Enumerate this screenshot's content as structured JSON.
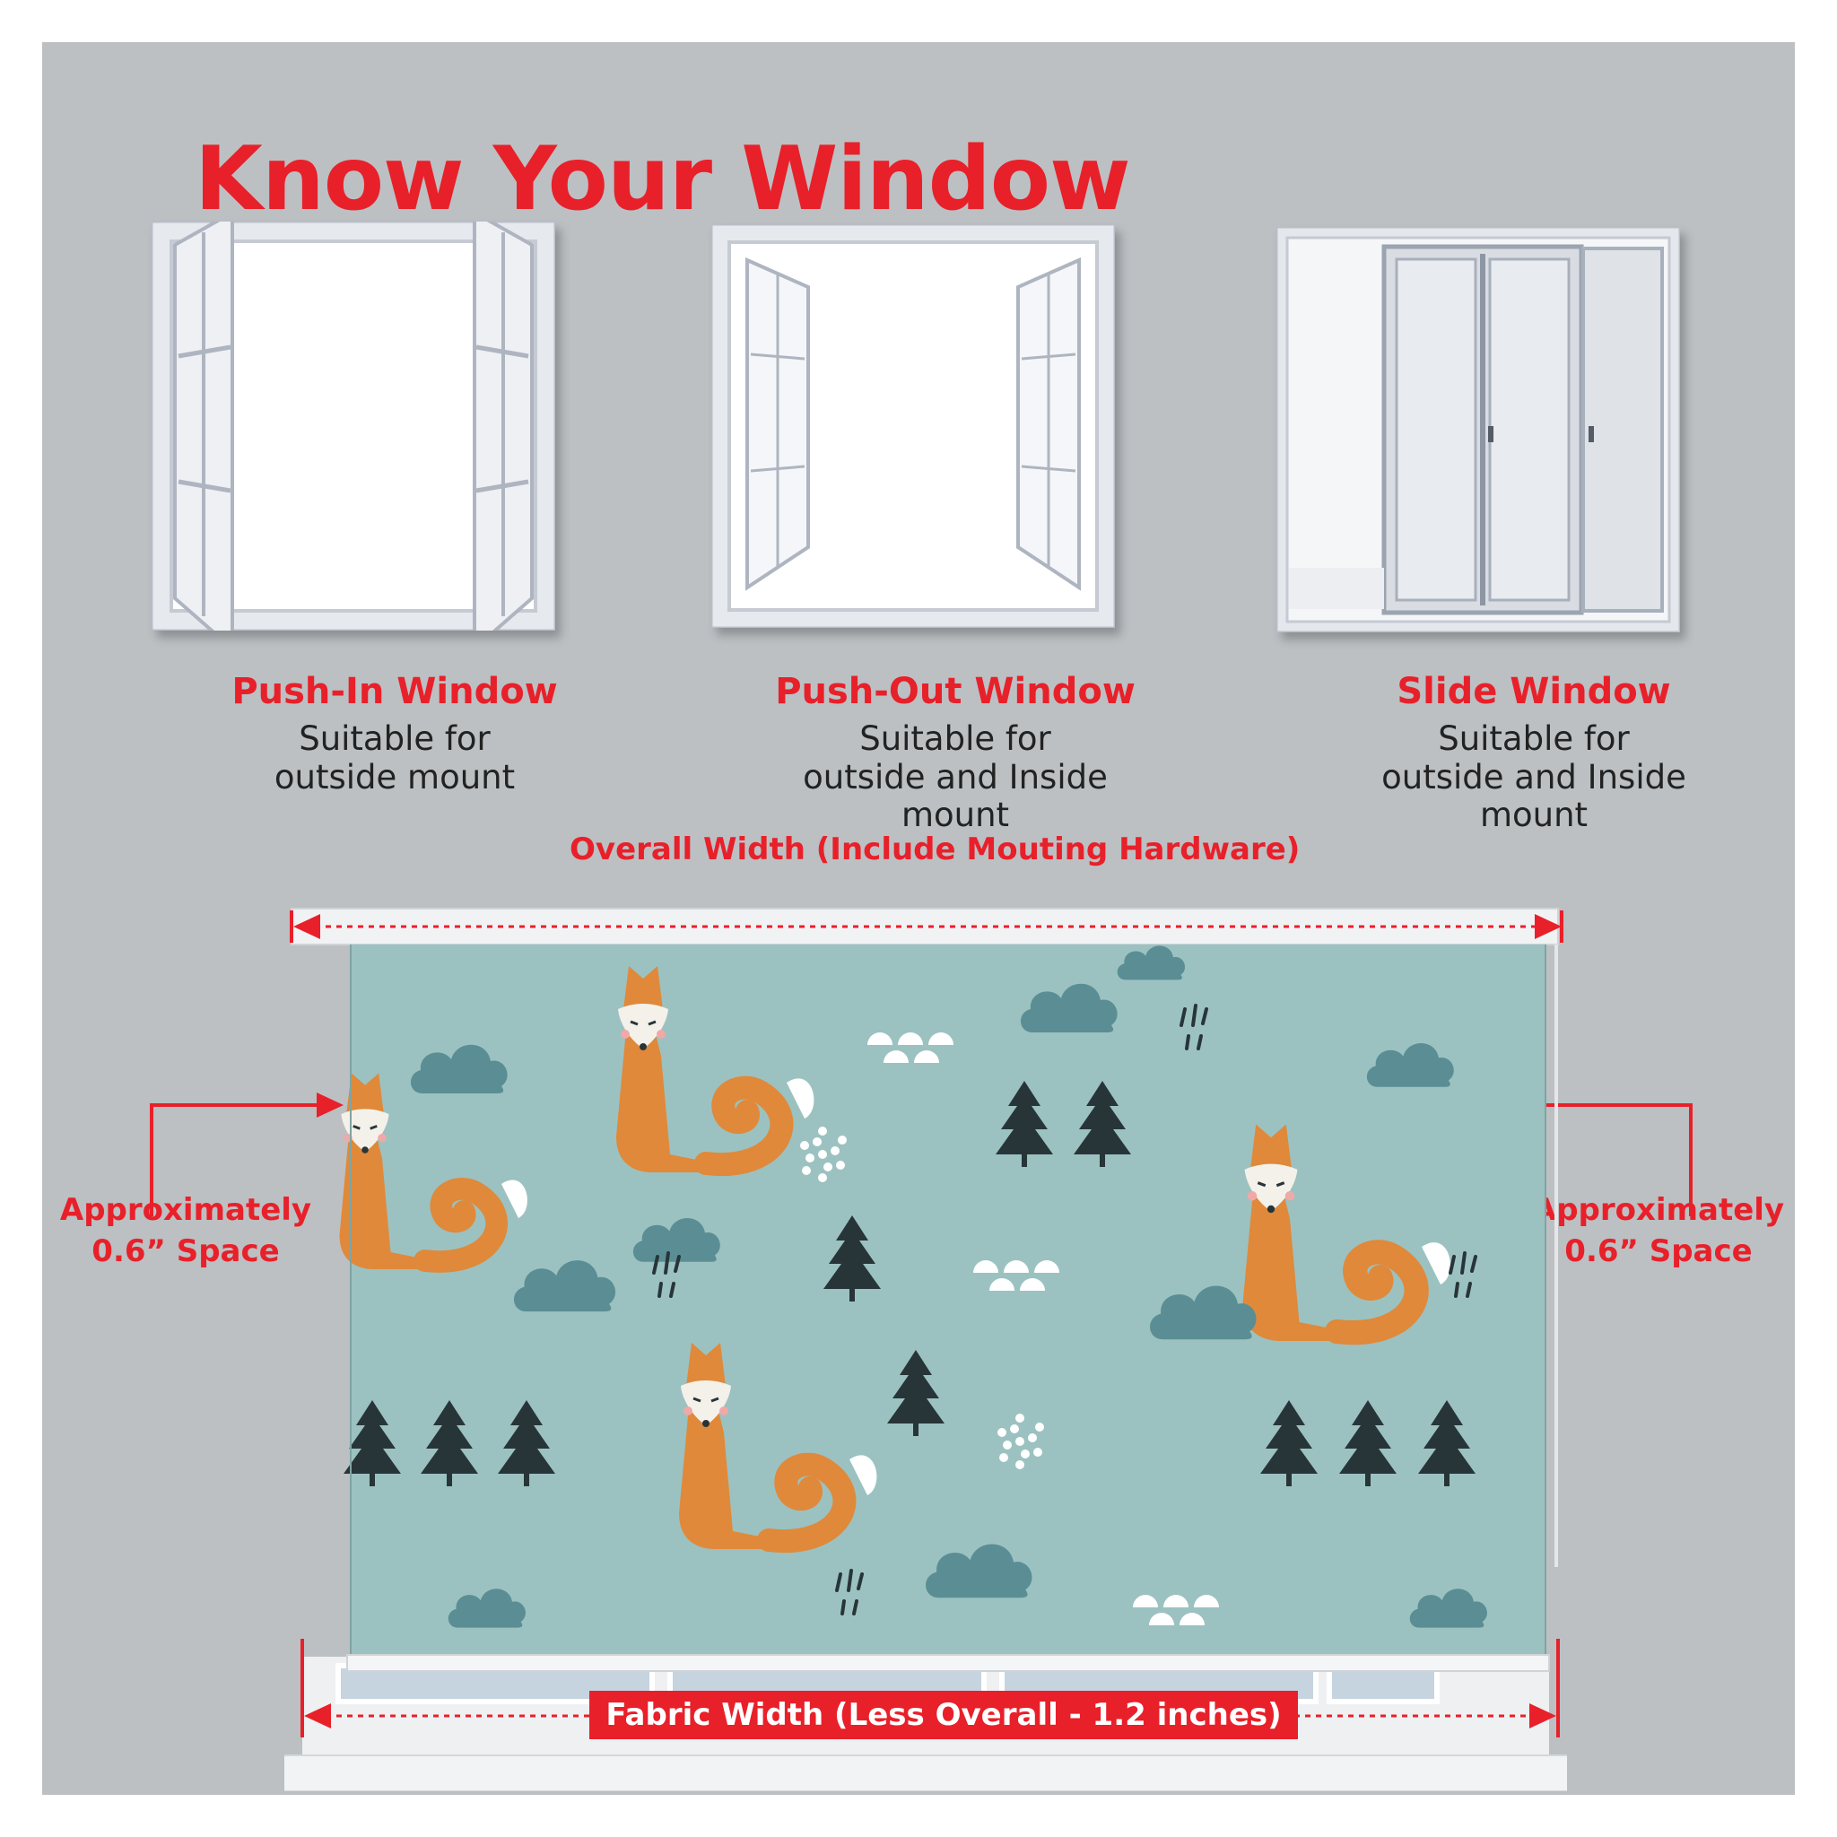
{
  "title": "Know Your Window",
  "windows": [
    {
      "name": "Push-In Window",
      "description": "Suitable for outside mount"
    },
    {
      "name": "Push-Out Window",
      "description": "Suitable for outside and Inside mount"
    },
    {
      "name": "Slide Window",
      "description": "Suitable for outside and Inside mount"
    }
  ],
  "measurements": {
    "overall_width": "Overall Width (Include Mouting Hardware)",
    "fabric_width": "Fabric Width (Less Overall - 1.2 inches)",
    "left_space": "Approximately 0.6” Space",
    "right_space": "Approximately 0.6” Space"
  },
  "colors": {
    "accent": "#e8202a",
    "background": "#bcc0c3",
    "fabric": "#9bc2c1",
    "fox": "#e0893a",
    "tree": "#283538",
    "cloud": "#5a8e94"
  }
}
